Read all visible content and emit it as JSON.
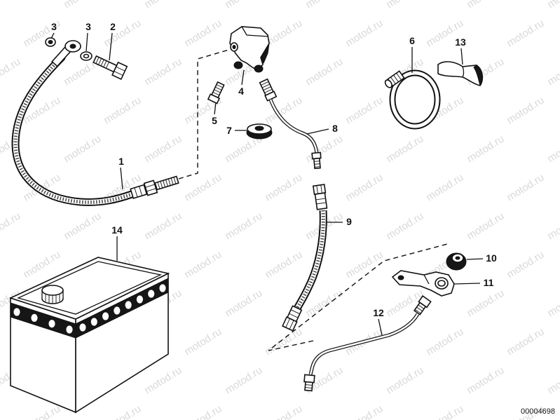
{
  "diagram": {
    "callouts": [
      "3",
      "3",
      "2",
      "1",
      "4",
      "5",
      "7",
      "8",
      "6",
      "13",
      "14",
      "9",
      "10",
      "11",
      "12"
    ],
    "part_number": "00004698",
    "watermark": "motod.ru"
  }
}
